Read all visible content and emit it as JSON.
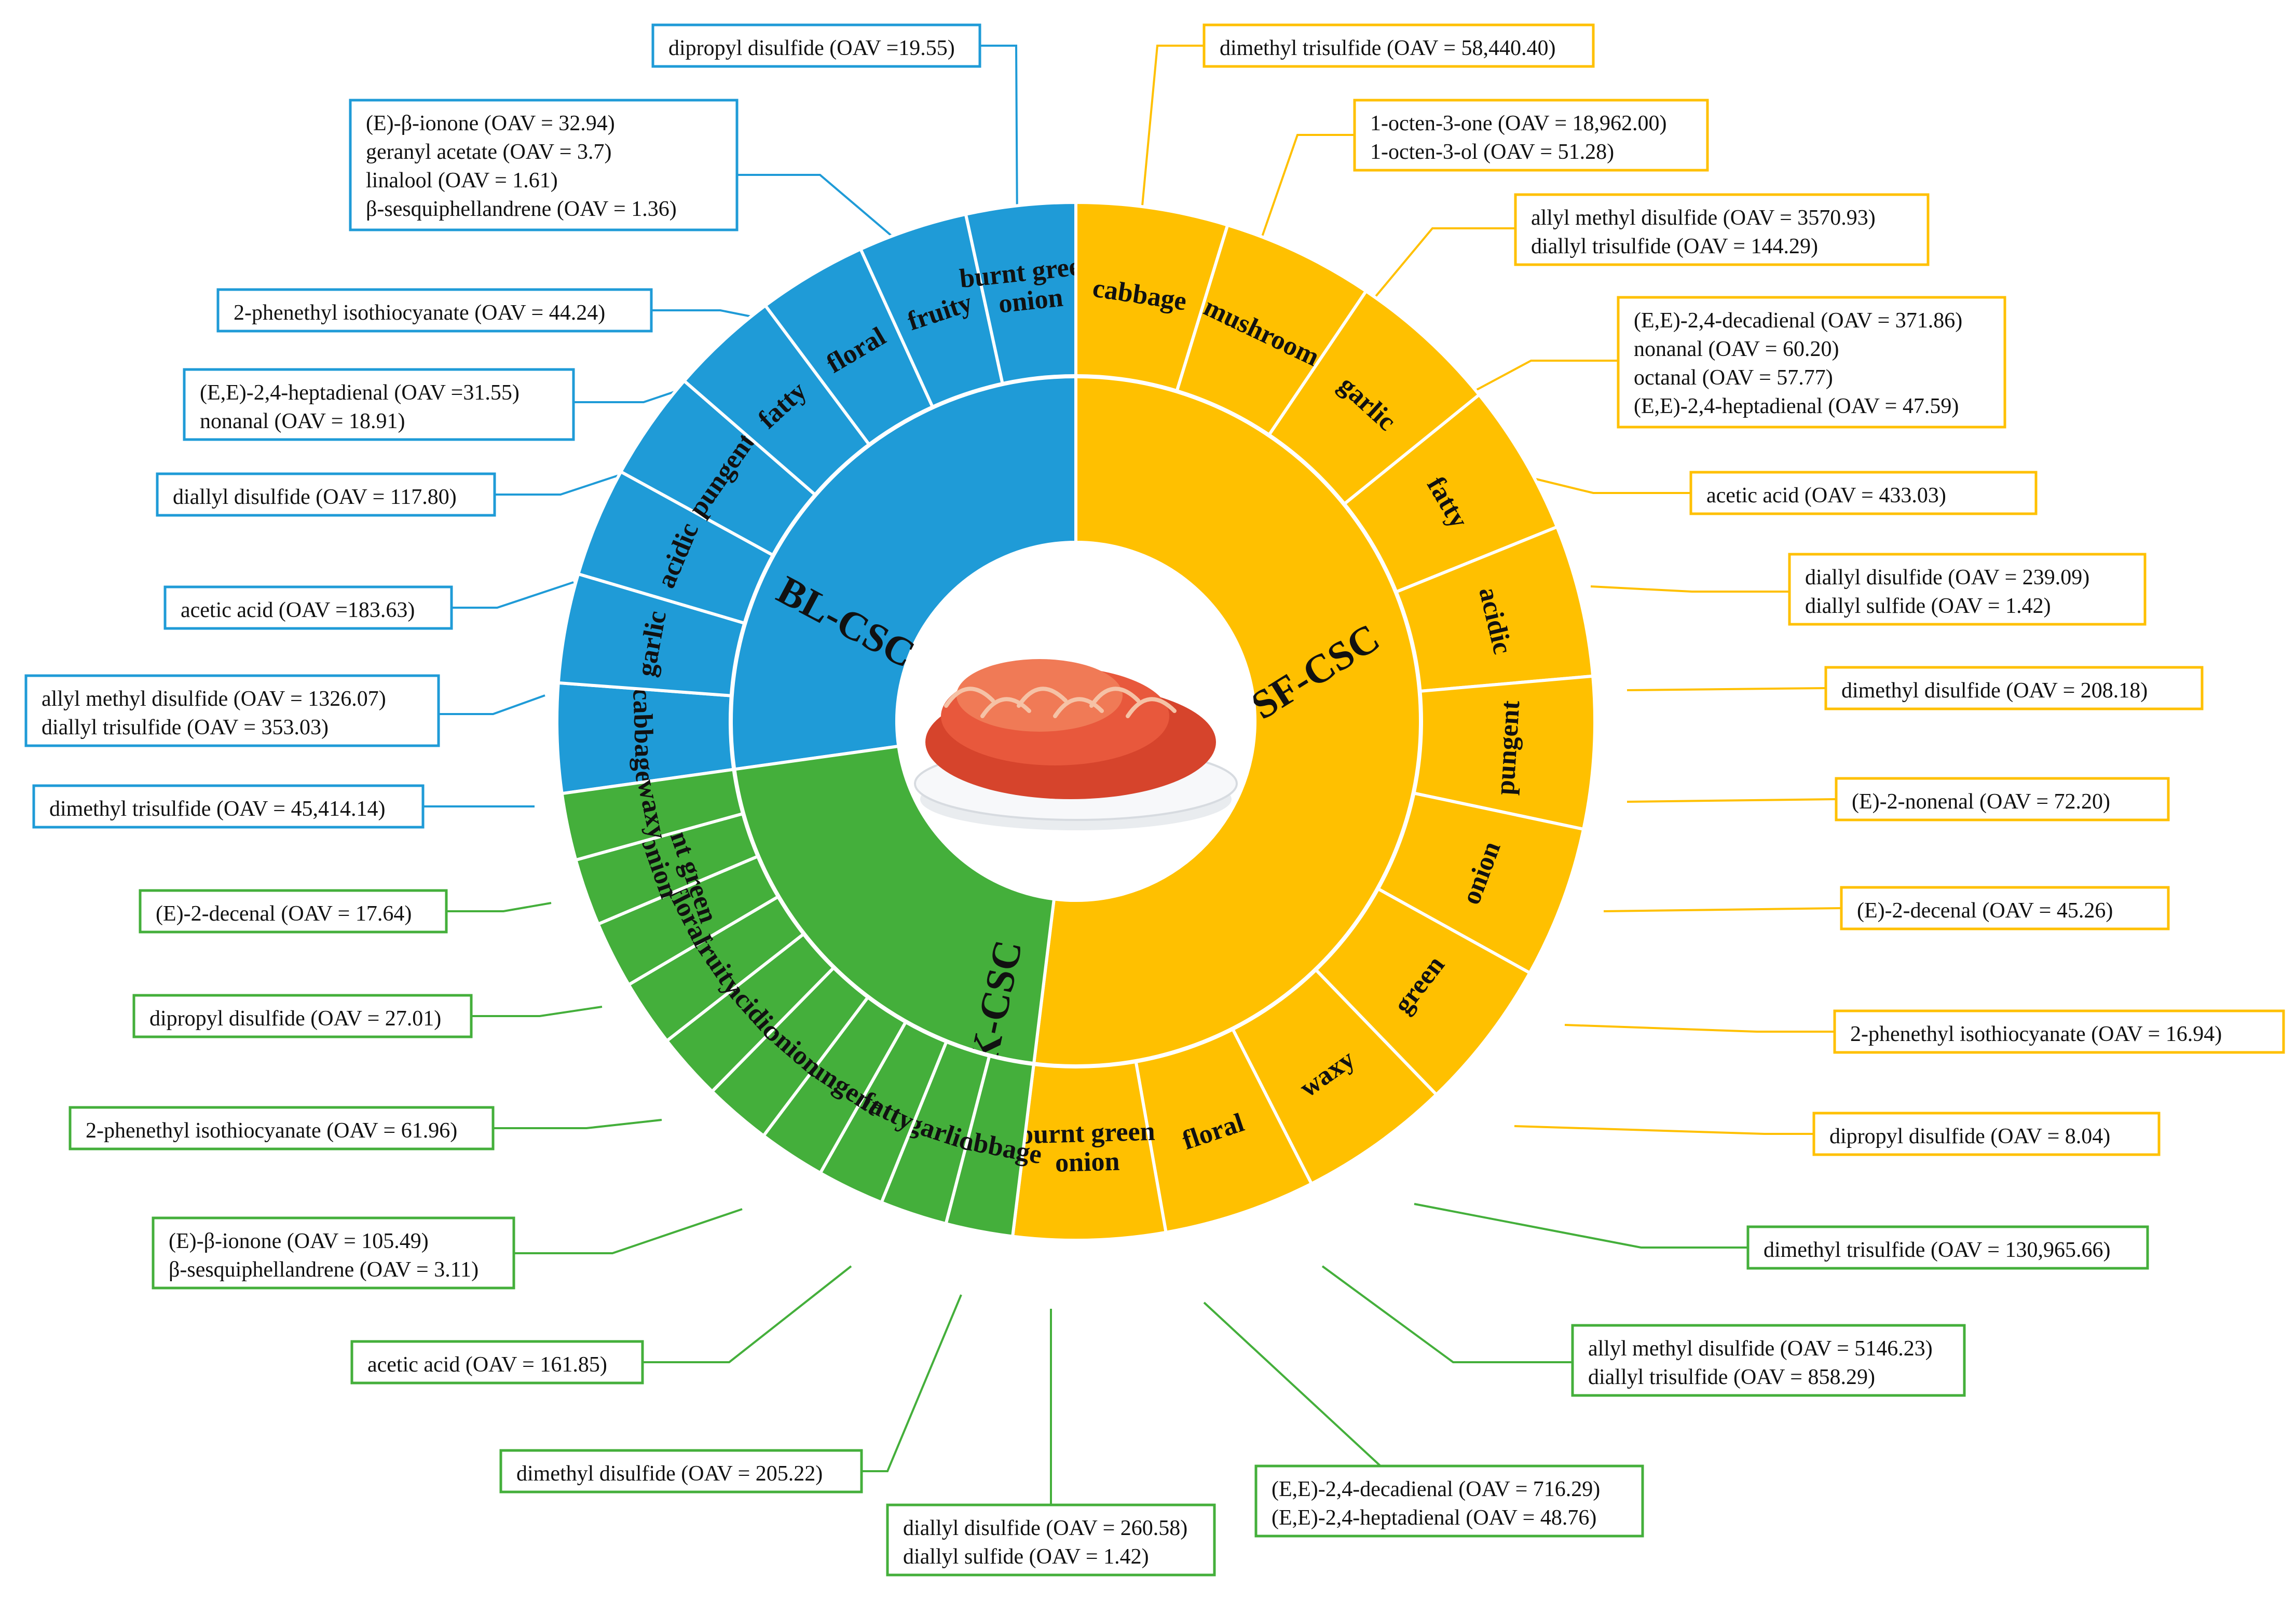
{
  "colors": {
    "BL-CSC": "#1F9BD7",
    "SF-CSC": "#FFC000",
    "CK-CSC": "#44AF3B",
    "divider": "#ffffff",
    "background": "#ffffff"
  },
  "center_image": {
    "name": "kimchi-plate-image",
    "description_icon": "kimchi-plate-icon"
  },
  "groups": [
    {
      "id": "BL-CSC",
      "label": "BL-CSC",
      "segments": [
        "cabbage",
        "garlic",
        "acidic",
        "pungent",
        "fatty",
        "floral",
        "fruity",
        "burnt green onion"
      ]
    },
    {
      "id": "SF-CSC",
      "label": "SF-CSC",
      "segments": [
        "cabbage",
        "mushroom",
        "garlic",
        "fatty",
        "acidic",
        "pungent",
        "onion",
        "green",
        "waxy",
        "floral",
        "burnt green onion"
      ]
    },
    {
      "id": "CK-CSC",
      "label": "CK-CSC",
      "segments": [
        "cabbage",
        "garlic",
        "fatty",
        "pungent",
        "onion",
        "acidic",
        "fruity",
        "floral",
        "burnt green onion",
        "waxy"
      ]
    }
  ],
  "callouts": [
    {
      "group": "BL-CSC",
      "lines": [
        "dipropyl disulfide (OAV =19.55)"
      ]
    },
    {
      "group": "BL-CSC",
      "lines": [
        "(E)-β-ionone (OAV = 32.94)",
        "geranyl acetate (OAV = 3.7)",
        "linalool (OAV = 1.61)",
        "β-sesquiphellandrene (OAV = 1.36)"
      ]
    },
    {
      "group": "BL-CSC",
      "lines": [
        "2-phenethyl isothiocyanate (OAV = 44.24)"
      ]
    },
    {
      "group": "BL-CSC",
      "lines": [
        "(E,E)-2,4-heptadienal (OAV =31.55)",
        "nonanal (OAV = 18.91)"
      ]
    },
    {
      "group": "BL-CSC",
      "lines": [
        "diallyl disulfide (OAV = 117.80)"
      ]
    },
    {
      "group": "BL-CSC",
      "lines": [
        "acetic acid (OAV =183.63)"
      ]
    },
    {
      "group": "BL-CSC",
      "lines": [
        "allyl methyl disulfide (OAV = 1326.07)",
        "diallyl trisulfide (OAV = 353.03)"
      ]
    },
    {
      "group": "BL-CSC",
      "lines": [
        "dimethyl trisulfide (OAV = 45,414.14)"
      ]
    },
    {
      "group": "SF-CSC",
      "lines": [
        "dimethyl trisulfide (OAV = 58,440.40)"
      ]
    },
    {
      "group": "SF-CSC",
      "lines": [
        "1-octen-3-one (OAV = 18,962.00)",
        "1-octen-3-ol (OAV = 51.28)"
      ]
    },
    {
      "group": "SF-CSC",
      "lines": [
        "allyl methyl disulfide (OAV = 3570.93)",
        "diallyl trisulfide (OAV = 144.29)"
      ]
    },
    {
      "group": "SF-CSC",
      "lines": [
        "(E,E)-2,4-decadienal (OAV = 371.86)",
        "nonanal (OAV = 60.20)",
        "octanal (OAV =  57.77)",
        "(E,E)-2,4-heptadienal (OAV = 47.59)"
      ]
    },
    {
      "group": "SF-CSC",
      "lines": [
        "acetic acid (OAV = 433.03)"
      ]
    },
    {
      "group": "SF-CSC",
      "lines": [
        "diallyl disulfide (OAV = 239.09)",
        "diallyl sulfide (OAV = 1.42)"
      ]
    },
    {
      "group": "SF-CSC",
      "lines": [
        "dimethyl disulfide (OAV = 208.18)"
      ]
    },
    {
      "group": "SF-CSC",
      "lines": [
        "(E)-2-nonenal (OAV = 72.20)"
      ]
    },
    {
      "group": "SF-CSC",
      "lines": [
        "(E)-2-decenal (OAV = 45.26)"
      ]
    },
    {
      "group": "SF-CSC",
      "lines": [
        "2-phenethyl isothiocyanate (OAV = 16.94)"
      ]
    },
    {
      "group": "SF-CSC",
      "lines": [
        "dipropyl disulfide (OAV = 8.04)"
      ]
    },
    {
      "group": "CK-CSC",
      "lines": [
        "dimethyl trisulfide (OAV = 130,965.66)"
      ]
    },
    {
      "group": "CK-CSC",
      "lines": [
        "allyl methyl disulfide (OAV = 5146.23)",
        "diallyl trisulfide (OAV = 858.29)"
      ]
    },
    {
      "group": "CK-CSC",
      "lines": [
        "(E,E)-2,4-decadienal (OAV = 716.29)",
        "(E,E)-2,4-heptadienal (OAV = 48.76)"
      ]
    },
    {
      "group": "CK-CSC",
      "lines": [
        "diallyl disulfide (OAV = 260.58)",
        "diallyl sulfide (OAV = 1.42)"
      ]
    },
    {
      "group": "CK-CSC",
      "lines": [
        "dimethyl disulfide (OAV = 205.22)"
      ]
    },
    {
      "group": "CK-CSC",
      "lines": [
        "acetic acid (OAV = 161.85)"
      ]
    },
    {
      "group": "CK-CSC",
      "lines": [
        "(E)-β-ionone (OAV = 105.49)",
        "β-sesquiphellandrene (OAV = 3.11)"
      ]
    },
    {
      "group": "CK-CSC",
      "lines": [
        "2-phenethyl isothiocyanate (OAV = 61.96)"
      ]
    },
    {
      "group": "CK-CSC",
      "lines": [
        "dipropyl disulfide (OAV = 27.01)"
      ]
    },
    {
      "group": "CK-CSC",
      "lines": [
        "(E)-2-decenal (OAV = 17.64)"
      ]
    }
  ]
}
